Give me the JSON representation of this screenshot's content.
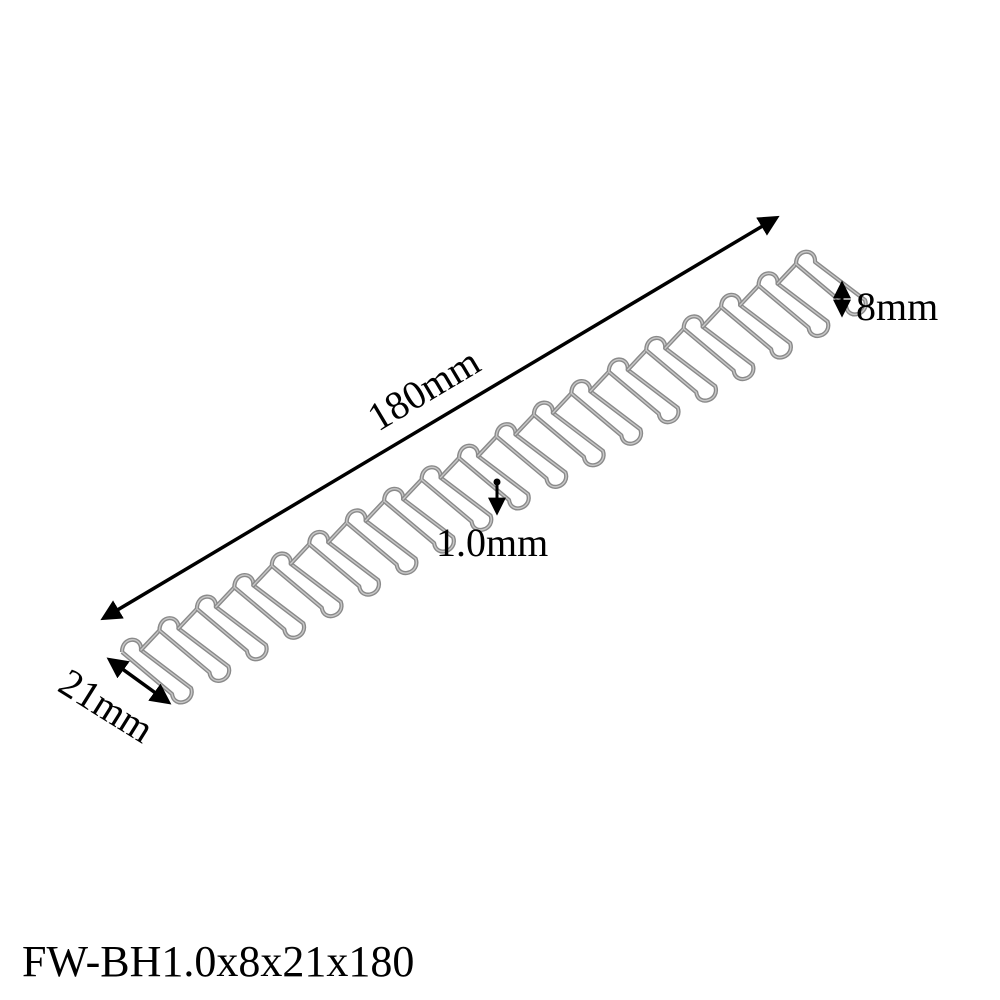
{
  "diagram": {
    "dimensions": {
      "length": "180mm",
      "height": "8mm",
      "wire": "1.0mm",
      "width": "21mm"
    },
    "model_code": "FW-BH1.0x8x21x180",
    "colors": {
      "wire": "#8a8a8a",
      "wire_highlight": "#c8c8c8",
      "arrow": "#000000",
      "background": "#ffffff"
    }
  }
}
